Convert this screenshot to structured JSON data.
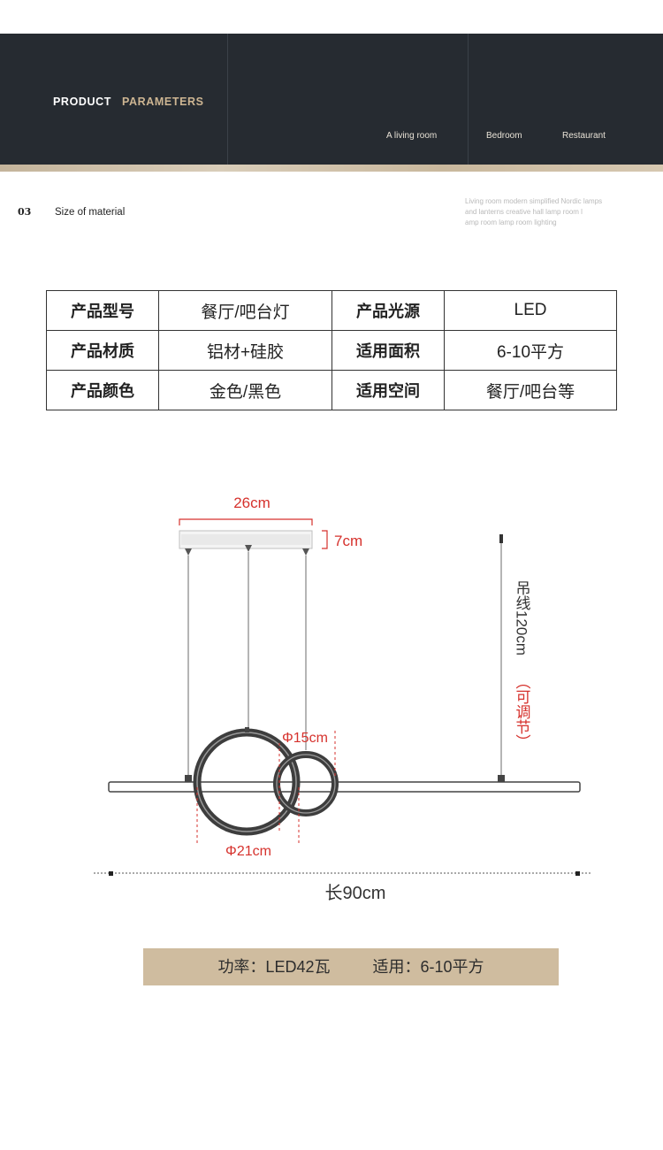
{
  "header": {
    "product": "PRODUCT",
    "parameters": "PARAMETERS",
    "rooms": [
      "A living room",
      "Bedroom",
      "Restaurant"
    ]
  },
  "section": {
    "number": "03",
    "title": "Size of material",
    "description": [
      "Living room modern simplified Nordic lamps",
      "and lanterns creative hall lamp room l",
      "amp room lamp room lighting"
    ]
  },
  "specs": [
    [
      "产品型号",
      "餐厅/吧台灯",
      "产品光源",
      "LED"
    ],
    [
      "产品材质",
      "铝材+硅胶",
      "适用面积",
      "6-10平方"
    ],
    [
      "产品颜色",
      "金色/黑色",
      "适用空间",
      "餐厅/吧台等"
    ]
  ],
  "dimensions": {
    "canopy_width": "26cm",
    "canopy_height": "7cm",
    "cable_length": "吊线120cm",
    "adjustable": "（可调节）",
    "small_ring": "Φ15cm",
    "large_ring": "Φ21cm",
    "total_length": "长90cm"
  },
  "footer": {
    "power": "功率：LED42瓦",
    "applicable": "适用：6-10平方"
  },
  "colors": {
    "header_bg": "#262b31",
    "accent_gold": "#cdb592",
    "band_bg": "#cfbc9f",
    "dimension_red": "#d6322d"
  }
}
